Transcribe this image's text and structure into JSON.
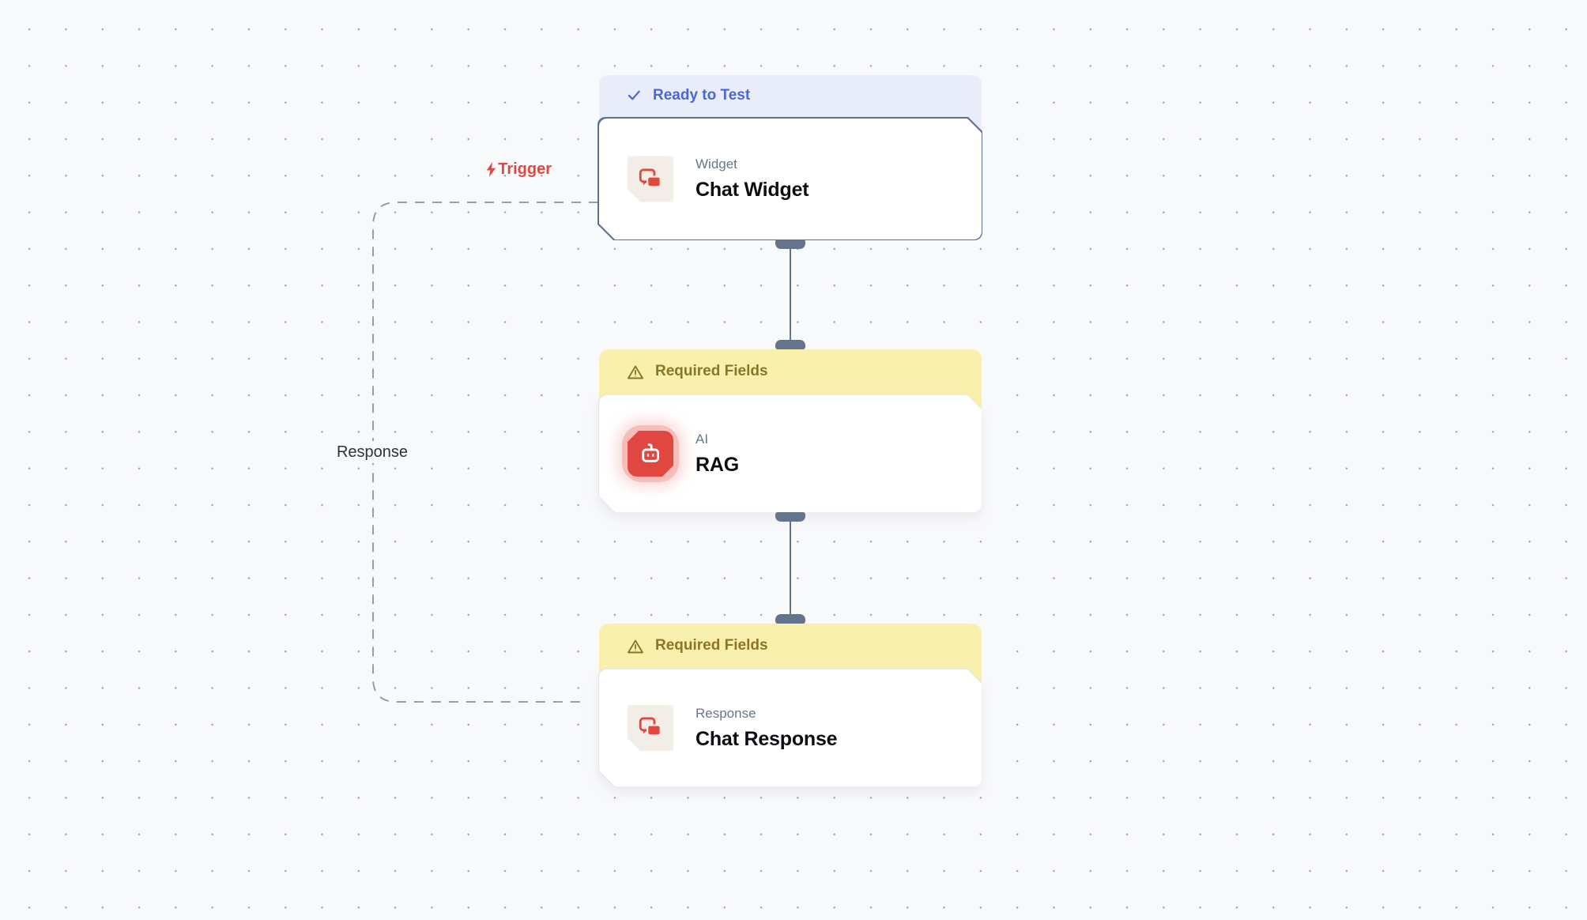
{
  "canvas": {
    "background": "#F8F9FB",
    "dot_color": "#A7A9AD"
  },
  "nodes": [
    {
      "id": "chat-widget",
      "status": {
        "label": "Ready to Test",
        "icon": "check-icon",
        "type": "ready"
      },
      "category": "Widget",
      "title": "Chat Widget",
      "icon": "chat-bubbles-icon"
    },
    {
      "id": "rag",
      "status": {
        "label": "Required Fields",
        "icon": "warning-icon",
        "type": "warning"
      },
      "category": "AI",
      "title": "RAG",
      "icon": "robot-icon"
    },
    {
      "id": "chat-response",
      "status": {
        "label": "Required Fields",
        "icon": "warning-icon",
        "type": "warning"
      },
      "category": "Response",
      "title": "Chat Response",
      "icon": "chat-bubbles-icon"
    }
  ],
  "edges": [
    {
      "id": "trigger-edge",
      "label": "Trigger",
      "icon": "lightning-icon",
      "color": "#E2483D",
      "style": "dashed"
    },
    {
      "id": "response-edge",
      "label": "Response",
      "color": "#2E3238",
      "style": "dashed"
    }
  ],
  "colors": {
    "ready_badge_bg": "#E9EDFA",
    "ready_badge_text": "#4A67D4",
    "warning_badge_bg": "#FAF0AE",
    "warning_badge_text": "#8A7626",
    "node_border_strong": "#5E7090",
    "connector": "#64748B",
    "accent_red": "#E2483D",
    "edge_dash": "#989CA3"
  }
}
